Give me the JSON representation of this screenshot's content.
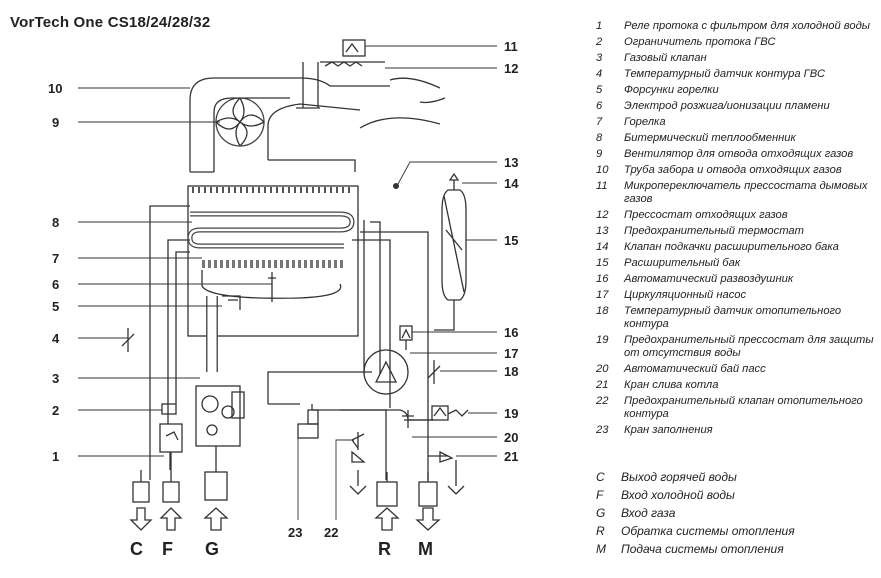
{
  "title": "VorTech One  CS18/24/28/32",
  "legend": [
    {
      "num": "1",
      "text": "Реле протока с фильтром для холодной воды"
    },
    {
      "num": "2",
      "text": "Ограничитель протока ГВС"
    },
    {
      "num": "3",
      "text": "Газовый клапан"
    },
    {
      "num": "4",
      "text": "Температурный датчик контура ГВС"
    },
    {
      "num": "5",
      "text": "Форсунки горелки"
    },
    {
      "num": "6",
      "text": "Электрод розжига/ионизации пламени"
    },
    {
      "num": "7",
      "text": "Горелка"
    },
    {
      "num": "8",
      "text": "Битермический теплообменник"
    },
    {
      "num": "9",
      "text": "Вентилятор для отвода отходящих газов"
    },
    {
      "num": "10",
      "text": "Труба забора и отвода отходящих газов"
    },
    {
      "num": "11",
      "text": "Микропереключатель прессостата дымовых газов"
    },
    {
      "num": "12",
      "text": "Прессостат отходящих газов"
    },
    {
      "num": "13",
      "text": "Предохранительный термостат"
    },
    {
      "num": "14",
      "text": "Клапан подкачки расширительного бака"
    },
    {
      "num": "15",
      "text": "Расширительный бак"
    },
    {
      "num": "16",
      "text": "Автоматический развоздушник"
    },
    {
      "num": "17",
      "text": "Циркуляционный насос"
    },
    {
      "num": "18",
      "text": "Температурный датчик отопительного контура"
    },
    {
      "num": "19",
      "text": "Предохранительный прессостат для защиты от отсутствия воды"
    },
    {
      "num": "20",
      "text": "Автоматический бай пасс"
    },
    {
      "num": "21",
      "text": "Кран слива котла"
    },
    {
      "num": "22",
      "text": "Предохранительный клапан отопительного контура"
    },
    {
      "num": "23",
      "text": "Кран заполнения"
    }
  ],
  "connections_legend": [
    {
      "key": "C",
      "text": "Выход горячей воды"
    },
    {
      "key": "F",
      "text": "Вход холодной воды"
    },
    {
      "key": "G",
      "text": "Вход газа"
    },
    {
      "key": "R",
      "text": "Обратка системы отопления"
    },
    {
      "key": "M",
      "text": "Подача системы отопления"
    }
  ],
  "callouts": {
    "n1": "1",
    "n2": "2",
    "n3": "3",
    "n4": "4",
    "n5": "5",
    "n6": "6",
    "n7": "7",
    "n8": "8",
    "n9": "9",
    "n10": "10",
    "n11": "11",
    "n12": "12",
    "n13": "13",
    "n14": "14",
    "n15": "15",
    "n16": "16",
    "n17": "17",
    "n18": "18",
    "n19": "19",
    "n20": "20",
    "n21": "21",
    "n22": "22",
    "n23": "23"
  },
  "connections": {
    "C": "C",
    "F": "F",
    "G": "G",
    "R": "R",
    "M": "M"
  }
}
